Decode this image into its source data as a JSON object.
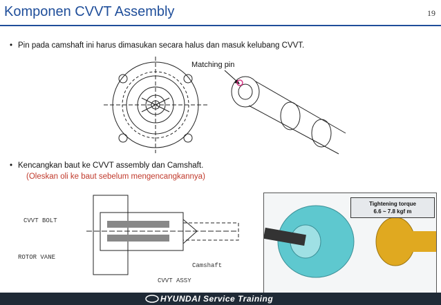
{
  "header": {
    "title": "Komponen CVVT Assembly",
    "page_number": "19"
  },
  "bullets": [
    "Pin pada camshaft ini harus dimasukan secara halus dan masuk kelubang CVVT.",
    "Kencangkan baut ke CVVT assembly dan Camshaft."
  ],
  "note": "(Oleskan oli ke baut sebelum mengencangkannya)",
  "callouts": {
    "matching_pin": "Matching pin",
    "cvvt_bolt": "CVVT BOLT",
    "rotor_vane": "ROTOR VANE",
    "camshaft": "Camshaft",
    "cvvt_assy": "CVVT ASSY"
  },
  "torque": {
    "line1": "Tightening torque",
    "line2": "6.6 ~ 7.8 kgf m"
  },
  "footer": {
    "brand": "HYUNDAI Service Training"
  },
  "colors": {
    "title": "#1f4e9a",
    "note": "#c0392b",
    "marker": "#d63384",
    "cvvt_body": "#5ec8cf",
    "camshaft_gold": "#e0a920",
    "footer_bg": "#1f2a36"
  }
}
